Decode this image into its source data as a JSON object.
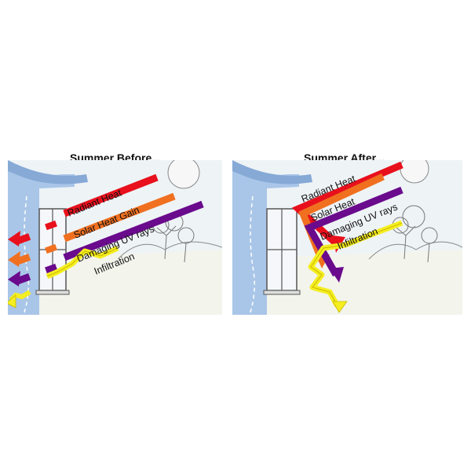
{
  "before": {
    "title": "Summer Before...",
    "labels": {
      "radiant": "Radiant Heat",
      "solar": "Solar Heat Gain",
      "uv": "Damaging UV rays",
      "infiltration": "Infiltration"
    }
  },
  "after": {
    "title": "Summer After...",
    "labels": {
      "radiant": "Radiant Heat",
      "solar": "Solar Heat",
      "uv": "Damaging UV rays",
      "infiltration": "Infiltration"
    }
  },
  "colors": {
    "radiant": "#e8101c",
    "solar": "#f07020",
    "uv": "#6a0a8c",
    "infiltration": "#f5ee20",
    "wall": "#a9c6e8",
    "wall_dark": "#86a9d6",
    "sky": "#eef3f6",
    "ground": "#f3f4ec",
    "sketch": "#777777"
  }
}
